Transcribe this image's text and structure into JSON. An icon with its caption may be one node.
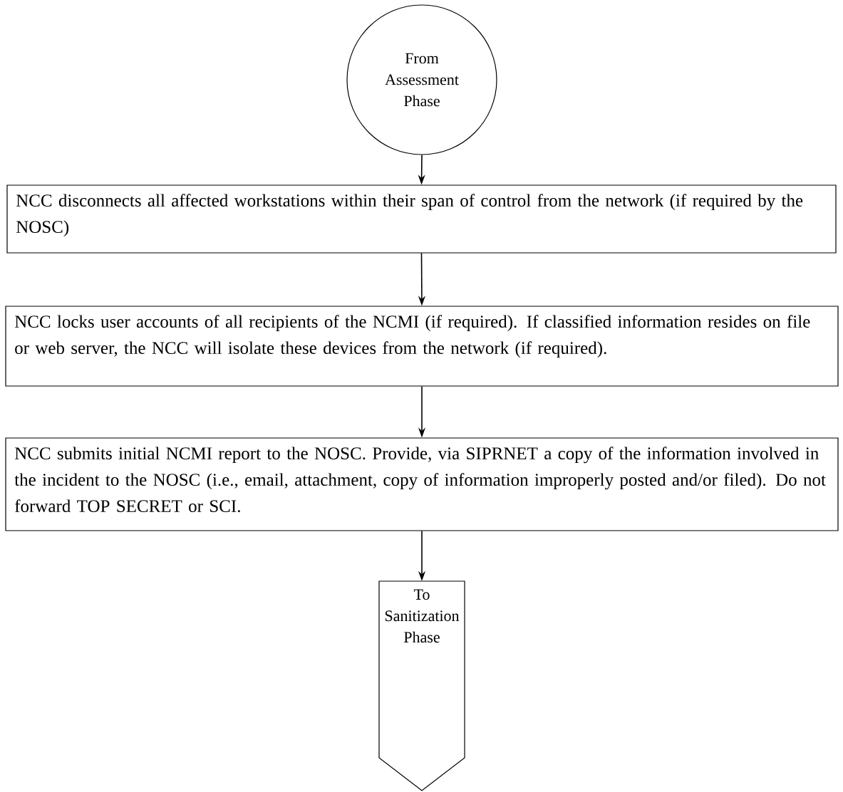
{
  "diagram": {
    "nodes": [
      {
        "text": [
          "From Assessment Phase"
        ]
      },
      {
        "text": [
          "NCC disconnects all affected workstations within their span of control from the network (if required by the NOSC)"
        ]
      },
      {
        "text": [
          "NCC locks user accounts of all recipients of the NCMI (if required).  If classified information resides on file or web server, the NCC will isolate these devices from the network (if required)."
        ]
      },
      {
        "text": [
          "NCC submits initial NCMI report to the NOSC.  Provide, via SIPRNET a copy of the information involved in the incident to the NOSC (i.e., email, attachment, copy of information improperly posted and/or filed).  Do not forward TOP SECRET or SCI."
        ]
      },
      {
        "text": [
          "To Sanitization Phase"
        ]
      }
    ],
    "edges": [
      {
        "from": 0,
        "to": 1,
        "arrow": "to"
      },
      {
        "from": 1,
        "to": 2,
        "arrow": "to"
      },
      {
        "from": 2,
        "to": 3,
        "arrow": "to"
      },
      {
        "from": 3,
        "to": 4,
        "arrow": "to"
      }
    ]
  }
}
